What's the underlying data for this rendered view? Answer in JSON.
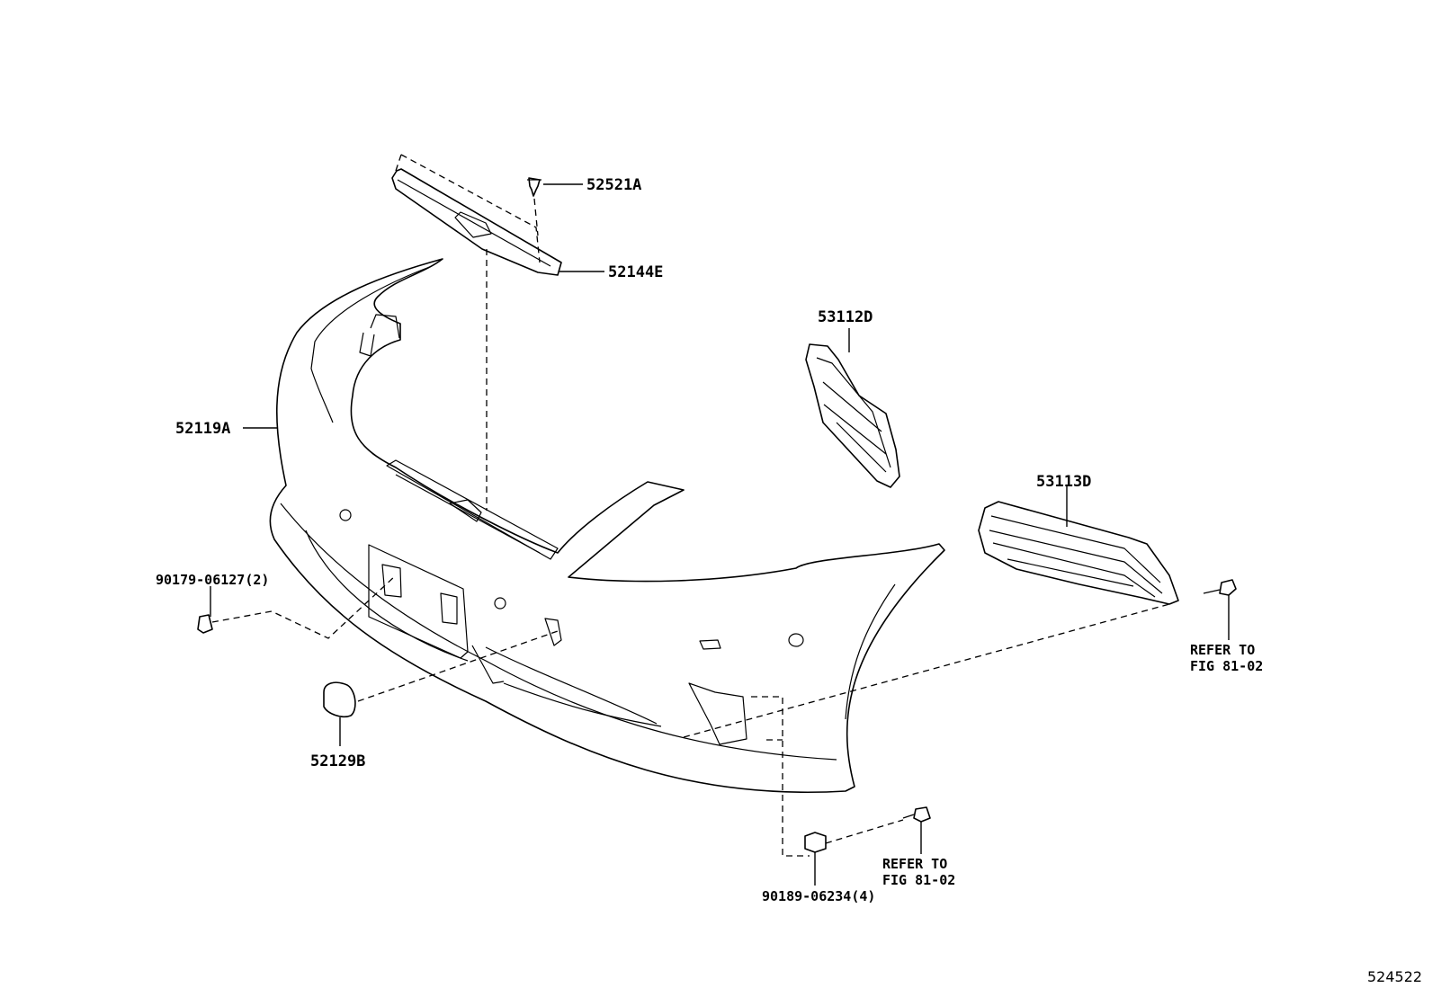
{
  "diagram": {
    "parts": {
      "p52521A": "52521A",
      "p52144E": "52144E",
      "p52119A": "52119A",
      "p53112D": "53112D",
      "p53113D": "53113D",
      "p90179": "90179-06127(2)",
      "p52129B": "52129B",
      "p90189": "90189-06234(4)"
    },
    "refer_right": [
      "REFER TO",
      "FIG 81-02"
    ],
    "refer_bottom": [
      "REFER TO",
      "FIG 81-02"
    ],
    "figure_id": "524522"
  }
}
